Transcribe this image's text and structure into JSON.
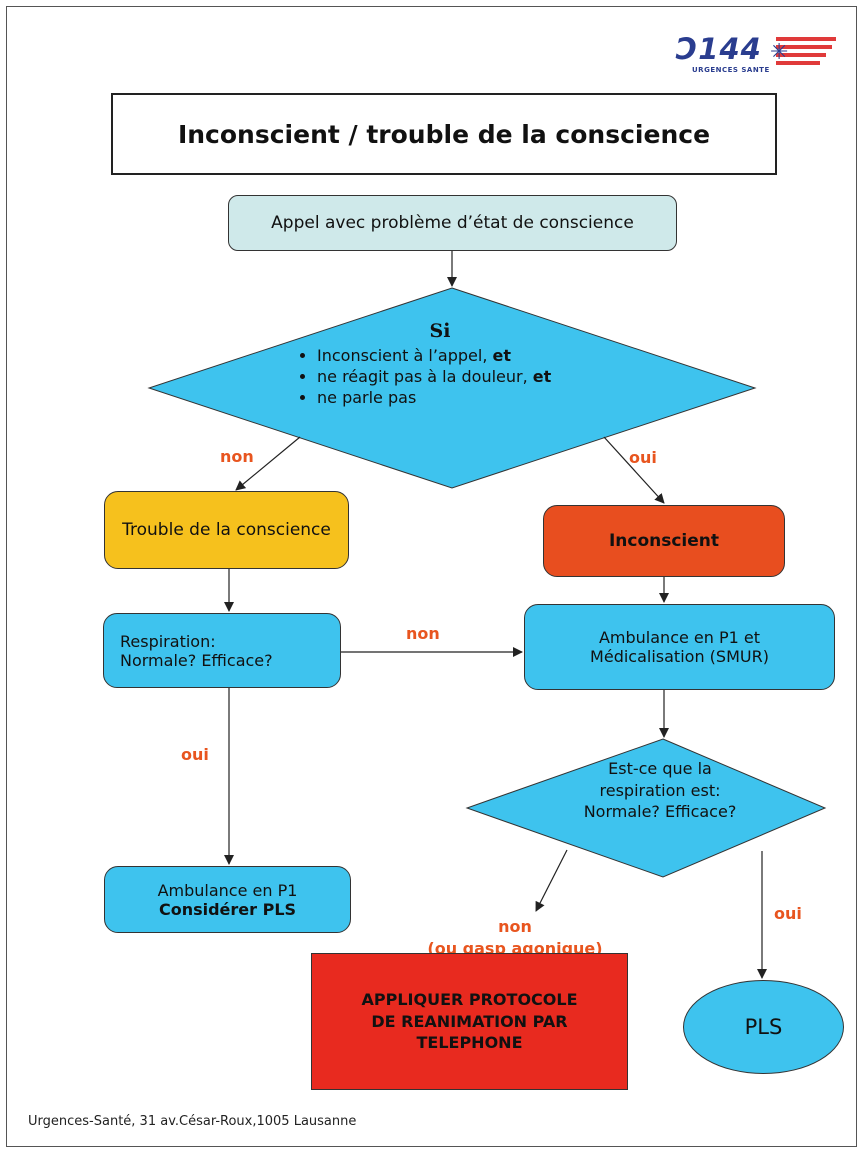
{
  "logo": {
    "number": "144",
    "subtitle": "URGENCES SANTE",
    "colors": {
      "blue": "#2a3d8f",
      "red": "#e03a3a"
    }
  },
  "title": "Inconscient / trouble de la conscience",
  "start_box": "Appel avec problème d’état de conscience",
  "decision1": {
    "heading": "Si",
    "items": [
      {
        "text": "Inconscient à l’appel, ",
        "bold": "et"
      },
      {
        "text": "ne réagit pas à la douleur, ",
        "bold": "et"
      },
      {
        "text": "ne parle pas",
        "bold": ""
      }
    ]
  },
  "labels": {
    "non_left": "non",
    "oui_right": "oui",
    "non_middle": "non",
    "oui_left": "oui",
    "non_bottom_1": "non",
    "non_bottom_2": "(ou gasp agonique)",
    "oui_bottom": "oui"
  },
  "trouble_box": "Trouble de la conscience",
  "inconscient_box": "Inconscient",
  "respiration_box": {
    "line1": "Respiration:",
    "line2": "Normale? Efficace?"
  },
  "smur_box": {
    "line1": "Ambulance en P1 et",
    "line2": "Médicalisation (SMUR)"
  },
  "decision2": {
    "line1": "Est-ce que la",
    "line2": "respiration est:",
    "line3": "Normale? Efficace?"
  },
  "ambulance_box": {
    "line1": "Ambulance en P1",
    "line2": "Considérer PLS"
  },
  "protocole_box": {
    "line1": "APPLIQUER PROTOCOLE",
    "line2": "DE REANIMATION PAR",
    "line3": "TELEPHONE"
  },
  "pls_box": "PLS",
  "footer": "Urgences-Santé, 31 av.César-Roux,1005 Lausanne",
  "colors": {
    "diamond": "#3ec3ee",
    "start": "#cfe9ea",
    "trouble": "#f6c11d",
    "inconscient": "#e84e1f",
    "blue_box": "#3ec3ee",
    "protocole": "#e82a1f",
    "label": "#e8551f"
  }
}
